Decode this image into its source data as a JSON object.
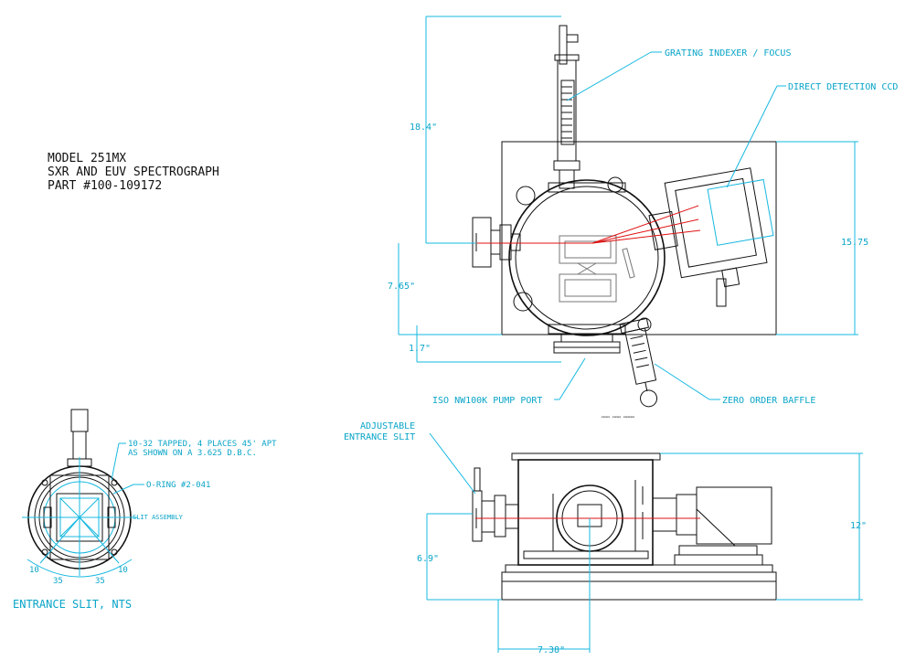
{
  "title_block": {
    "line1": "MODEL 251MX",
    "line2": "SXR AND EUV SPECTROGRAPH",
    "line3": "PART #100-109172"
  },
  "callouts": {
    "grating_indexer": "GRATING INDEXER / FOCUS",
    "direct_detection_ccd": "DIRECT DETECTION CCD",
    "iso_pump_port": "ISO NW100K PUMP PORT",
    "zero_order_baffle": "ZERO ORDER BAFFLE",
    "adjustable_slit_1": "ADJUSTABLE",
    "adjustable_slit_2": "ENTRANCE SLIT",
    "tapped_1": "10-32 TAPPED, 4 PLACES 45' APT",
    "tapped_2": "AS SHOWN ON A 3.625 D.B.C.",
    "o_ring": "O-RING #2-041",
    "slit_assembly": "SLIT ASSEMBLY"
  },
  "dimensions": {
    "top_height": "18.4\"",
    "plate_height": "15.75",
    "slit_height_top": "7.65\"",
    "pump_offset": "1.7\"",
    "side_height": "12\"",
    "side_slit_height": "6.9\"",
    "side_width": "7.38\""
  },
  "detail": {
    "caption": "ENTRANCE SLIT, NTS",
    "angle_left_small": "10",
    "angle_left": "35",
    "angle_right": "35",
    "angle_right_small": "10"
  },
  "colors": {
    "ink": "#111111",
    "cyan": "#16b8e0",
    "beam": "#e01010"
  }
}
